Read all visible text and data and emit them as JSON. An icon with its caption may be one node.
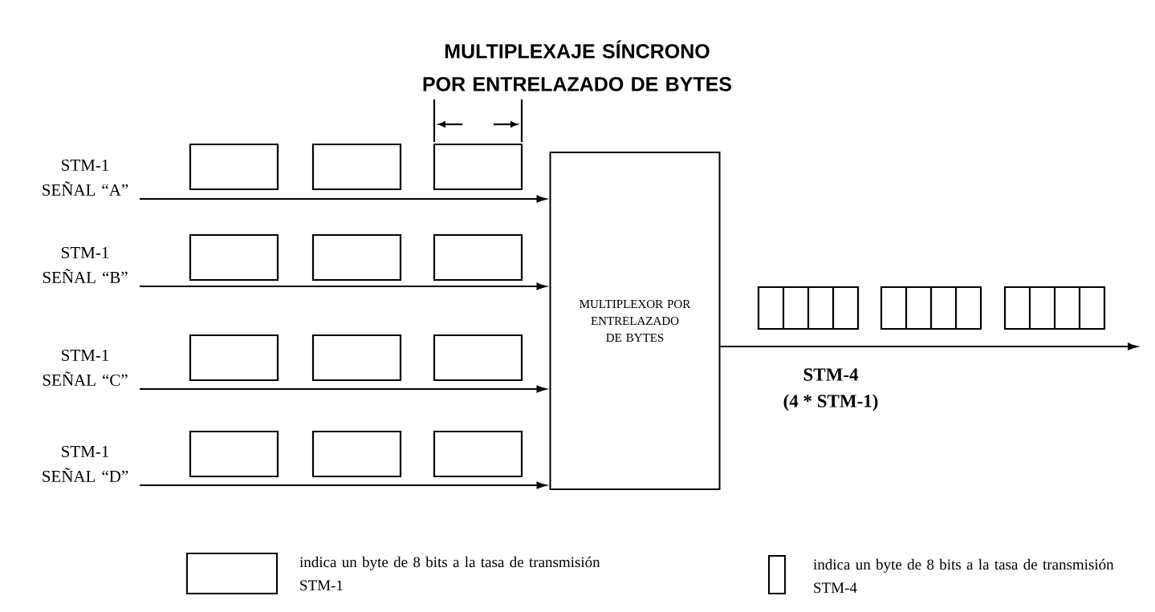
{
  "diagram": {
    "title": "MULTIPLEXAJE SÍNCRONO POR ENTRELAZADO DE BYTES",
    "nodes": [
      {
        "text": [
          "STM-1 SEÑAL “A”"
        ]
      },
      {
        "text": [
          "STM-1 SEÑAL “B”"
        ]
      },
      {
        "text": [
          "STM-1 SEÑAL “C”"
        ]
      },
      {
        "text": [
          "STM-1 SEÑAL “D”"
        ]
      },
      {
        "text": [
          "MULTIPLEXOR POR ENTRELAZADO DE BYTES"
        ]
      }
    ],
    "edges": [
      {
        "from": 0,
        "to": 4,
        "arrow": "to"
      },
      {
        "from": 1,
        "to": 4,
        "arrow": "to"
      },
      {
        "from": 2,
        "to": 4,
        "arrow": "to"
      },
      {
        "from": 3,
        "to": 4,
        "arrow": "to"
      },
      {
        "from": 4,
        "to": null,
        "arrow": "to"
      }
    ],
    "labels": [
      "STM-4",
      "(4 * STM-1)"
    ],
    "legend": [
      {
        "text": "indica un byte de 8 bits a la tasa de transmisión STM-1"
      },
      {
        "text": "indica un byte de 8 bits a la tasa de transmisión STM-4"
      }
    ]
  }
}
